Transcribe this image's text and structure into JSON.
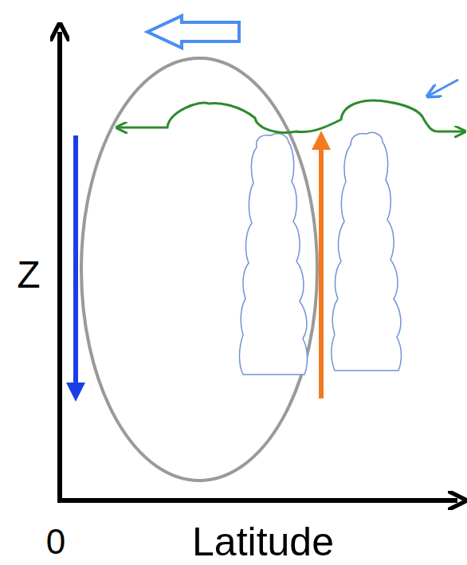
{
  "diagram": {
    "labels": [
      "Z",
      "0",
      "Latitude"
    ]
  }
}
